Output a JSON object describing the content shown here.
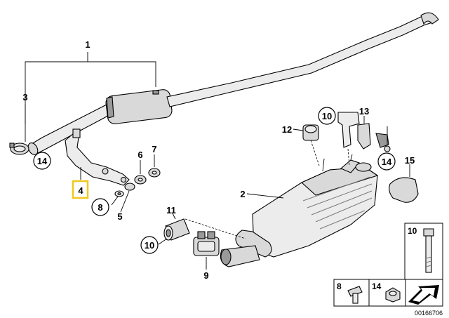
{
  "callouts": {
    "p1": "1",
    "p2": "2",
    "p3": "3",
    "p4": "4",
    "p5": "5",
    "p6": "6",
    "p7": "7",
    "p8": "8",
    "p9": "9",
    "p10a": "10",
    "p10b": "10",
    "p11": "11",
    "p12": "12",
    "p13": "13",
    "p14a": "14",
    "p14b": "14",
    "p15": "15"
  },
  "legend": {
    "b10": "10",
    "b8": "8",
    "b14": "14"
  },
  "document_number": "00166706",
  "colors": {
    "highlight": "#f2c81e"
  }
}
